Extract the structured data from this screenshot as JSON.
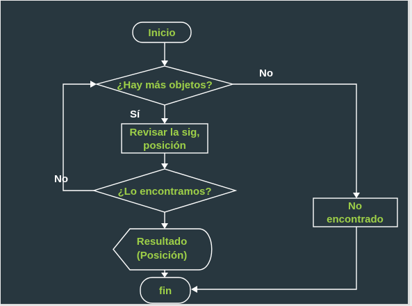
{
  "nodes": {
    "start": "Inicio",
    "check_more": "¿Hay más objetos?",
    "review_line1": "Revisar la sig,",
    "review_line2": "posición",
    "found_check": "¿Lo encontramos?",
    "result_line1": "Resultado",
    "result_line2": "(Posición)",
    "not_found_line1": "No",
    "not_found_line2": "encontrado",
    "end": "fin"
  },
  "labels": {
    "yes": "Sí",
    "no_right": "No",
    "no_left": "No"
  },
  "colors": {
    "background": "#28373f",
    "node_text": "#9ed048",
    "lines": "#ffffff"
  }
}
